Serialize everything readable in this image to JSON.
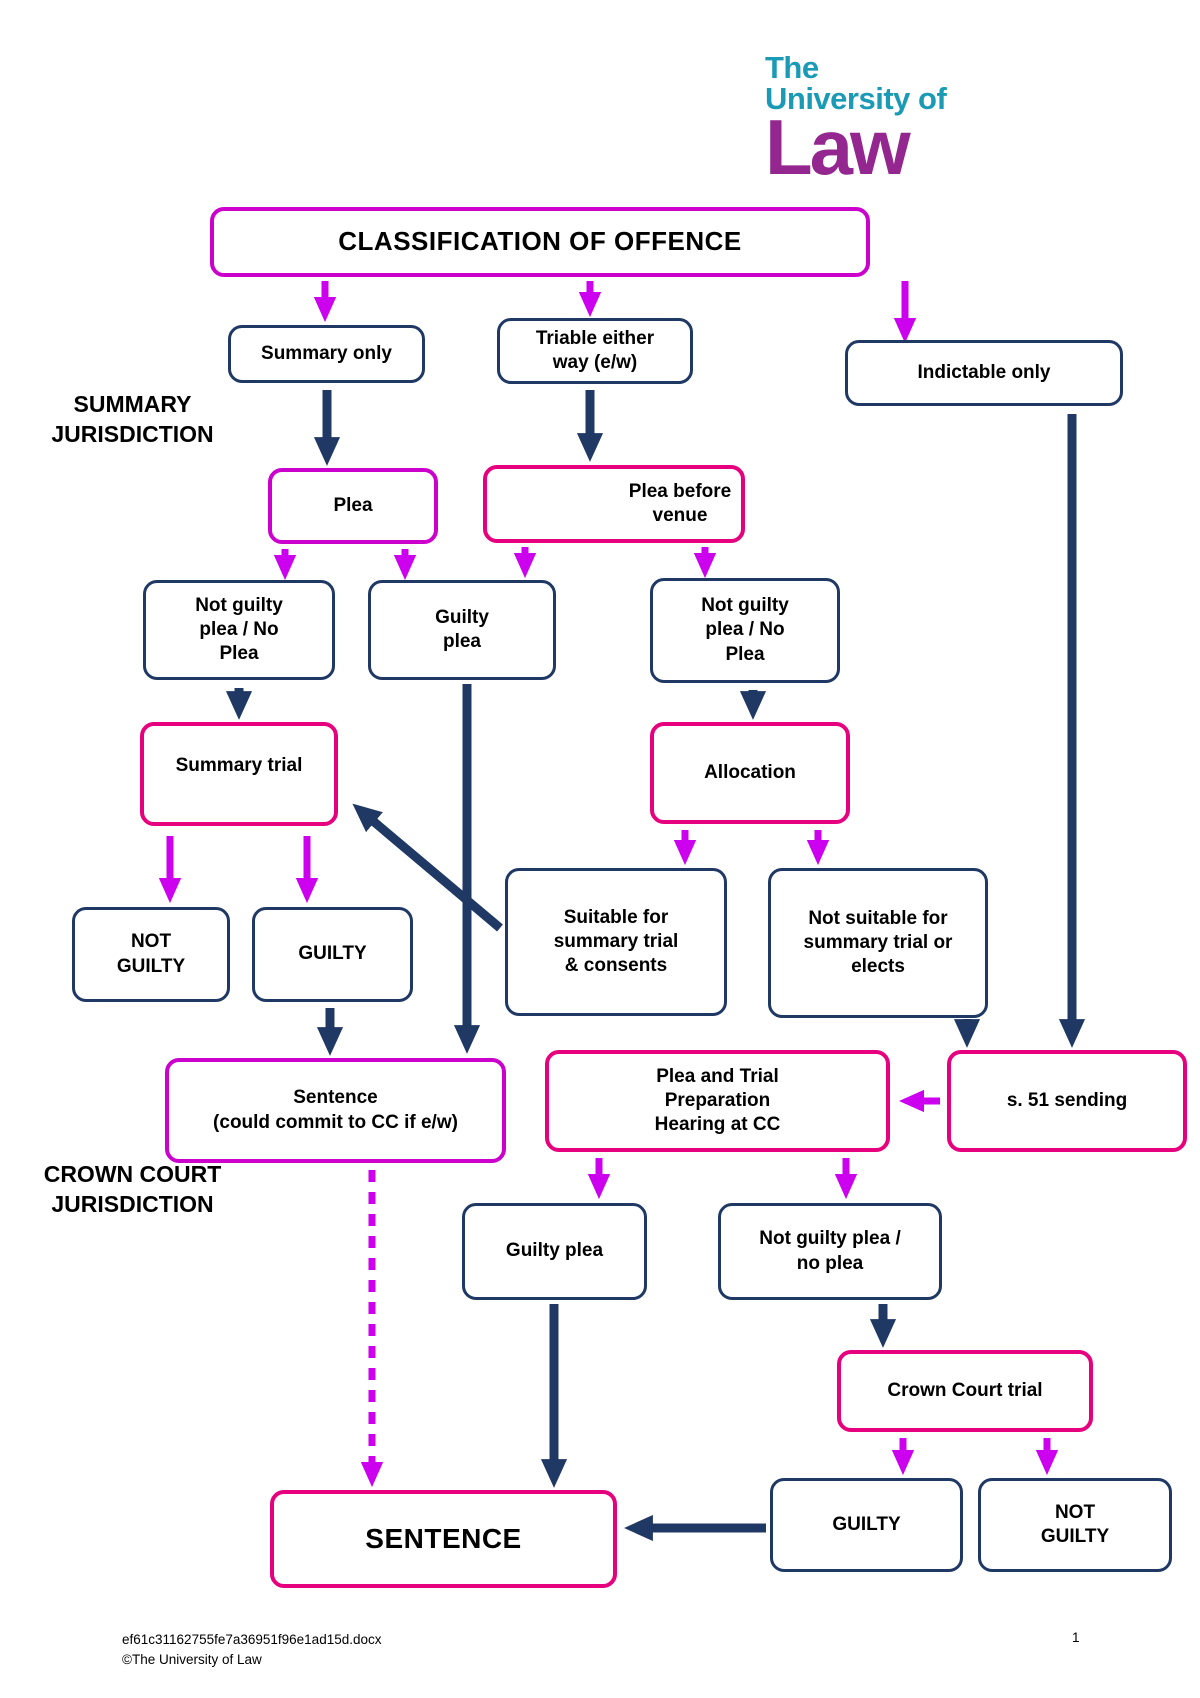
{
  "logo": {
    "line1": "The",
    "line2": "University of",
    "line3": "Law"
  },
  "side_labels": {
    "summary_jurisdiction": "SUMMARY\nJURISDICTION",
    "crown_court_jurisdiction": "CROWN COURT\nJURISDICTION"
  },
  "nodes": {
    "title": {
      "label": "CLASSIFICATION OF OFFENCE"
    },
    "summary_only": {
      "label": "Summary only"
    },
    "triable_either_way": {
      "label": "Triable either\nway (e/w)"
    },
    "indictable_only": {
      "label": "Indictable only"
    },
    "plea": {
      "label": "Plea"
    },
    "plea_before_venue": {
      "label": "Plea before\nvenue"
    },
    "not_guilty_plea_summary": {
      "label": "Not guilty\nplea / No\nPlea"
    },
    "guilty_plea_summary": {
      "label": "Guilty\nplea"
    },
    "not_guilty_plea_ew": {
      "label": "Not guilty\nplea / No\nPlea"
    },
    "summary_trial": {
      "label": "Summary trial"
    },
    "allocation": {
      "label": "Allocation"
    },
    "not_guilty_result": {
      "label": "NOT\nGUILTY"
    },
    "guilty_result": {
      "label": "GUILTY"
    },
    "suitable_summary": {
      "label": "Suitable for\nsummary trial\n& consents"
    },
    "not_suitable_summary": {
      "label": "Not suitable for\nsummary trial or\nelects"
    },
    "sentence_commit": {
      "label": "Sentence\n(could commit to CC if e/w)"
    },
    "ptph": {
      "label": "Plea and Trial\nPreparation\nHearing at CC"
    },
    "s51_sending": {
      "label": "s. 51 sending"
    },
    "guilty_plea_cc": {
      "label": "Guilty plea"
    },
    "not_guilty_plea_cc": {
      "label": "Not guilty plea /\nno plea"
    },
    "crown_court_trial": {
      "label": "Crown Court trial"
    },
    "sentence_final": {
      "label": "SENTENCE"
    },
    "guilty_final": {
      "label": "GUILTY"
    },
    "not_guilty_final": {
      "label": "NOT\nGUILTY"
    }
  },
  "footer": {
    "filename": "ef61c31162755fe7a36951f96e1ad15d.docx",
    "copyright": "©The University of Law",
    "page_number": "1"
  },
  "colors": {
    "navy": "#1f3864",
    "magenta": "#cc00cc",
    "pink": "#e6007e",
    "violet_arrow": "#cc00ee",
    "logo_teal": "#1b9ab5",
    "logo_purple": "#93278f"
  }
}
